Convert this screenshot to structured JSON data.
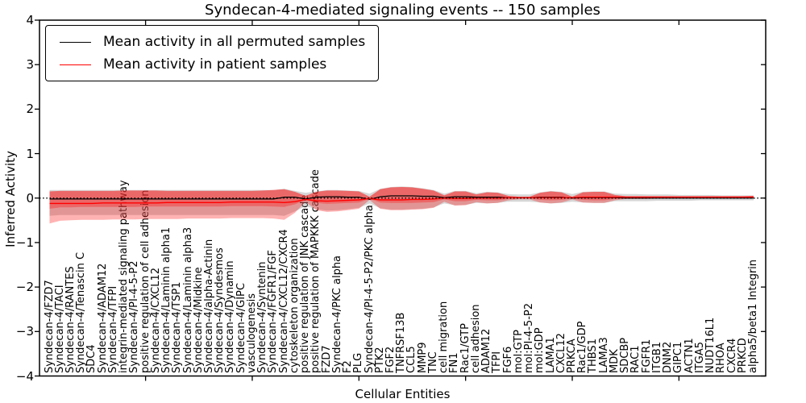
{
  "title": "Syndecan-4-mediated signaling events -- 150 samples",
  "legend": {
    "items": [
      {
        "label": "Mean activity in all permuted samples",
        "color": "#000000"
      },
      {
        "label": "Mean activity in patient samples",
        "color": "#ff0000"
      }
    ]
  },
  "axes": {
    "ylabel": "Inferred Activity",
    "xlabel": "Cellular Entities",
    "ytick_labels": [
      "4",
      "3",
      "2",
      "1",
      "0",
      "−1",
      "−2",
      "−3",
      "−4"
    ],
    "ytick_values": [
      4,
      3,
      2,
      1,
      0,
      -1,
      -2,
      -3,
      -4
    ],
    "xtick_positions": [
      10,
      20,
      30,
      40,
      50,
      60
    ],
    "ylim": [
      -4,
      4
    ]
  },
  "chart_data": {
    "type": "line",
    "title": "Syndecan-4-mediated signaling events -- 150 samples",
    "xlabel": "Cellular Entities",
    "ylabel": "Inferred Activity",
    "ylim": [
      -4,
      4
    ],
    "grid": false,
    "legend_position": "upper left",
    "zero_line": true,
    "categories": [
      "Syndecan-4/FZD7",
      "Syndecan-4/TACI",
      "Syndecan-4/RANTES",
      "Syndecan-4/Tenascin C",
      "SDC4",
      "Syndecan-4/ADAM12",
      "Syndecan-4/TFPI",
      "integrin-mediated signaling pathway",
      "Syndecan-4/PI-4-5-P2",
      "positive regulation of cell adhesion",
      "Syndecan-4/CXCL12",
      "Syndecan-4/Laminin alpha1",
      "Syndecan-4/TSP1",
      "Syndecan-4/Laminin alpha3",
      "Syndecan-4/Midkine",
      "Syndecan-4/alpha-Actinin",
      "Syndecan-4/Syndesmos",
      "Syndecan-4/Dynamin",
      "Syndecan-4/GIPC",
      "vasculogenesis",
      "Syndecan-4/Syntenin",
      "Syndecan-4/FGFR1/FGF",
      "Syndecan-4/CXCL12/CXCR4",
      "cytoskeleton organization",
      "positive regulation of JNK cascade",
      "positive regulation of MAPKKK cascade",
      "FZD7",
      "Syndecan-4/PKC alpha",
      "F2",
      "PLG",
      "Syndecan-4/PI-4-5-P2/PKC alpha",
      "PTK2",
      "FGF2",
      "TNFRSF13B",
      "CCL5",
      "MMP9",
      "TNC",
      "cell migration",
      "FN1",
      "Rac1/GTP",
      "cell adhesion",
      "ADAM12",
      "TFPI",
      "FGF6",
      "mol:GTP",
      "mol:PI-4-5-P2",
      "mol:GDP",
      "LAMA1",
      "CXCL12",
      "PRKCA",
      "Rac1/GDP",
      "THBS1",
      "LAMA3",
      "MDK",
      "SDCBP",
      "RAC1",
      "FGFR1",
      "ITGB1",
      "DNM2",
      "GIPC1",
      "ACTN1",
      "ITGA5",
      "NUDT16L1",
      "RHOA",
      "CXCR4",
      "PRKCD",
      "alpha5/beta1 Integrin"
    ],
    "series": [
      {
        "name": "Mean activity in all permuted samples",
        "color": "#000000",
        "values": [
          -0.02,
          -0.02,
          -0.02,
          -0.02,
          -0.02,
          -0.02,
          -0.02,
          -0.02,
          -0.02,
          -0.02,
          -0.02,
          -0.02,
          -0.02,
          -0.02,
          -0.02,
          -0.02,
          -0.02,
          -0.02,
          -0.02,
          -0.02,
          -0.02,
          -0.02,
          0.02,
          0.02,
          -0.02,
          0.02,
          0.03,
          0.03,
          0.02,
          0.02,
          -0.03,
          0.03,
          0.05,
          0.05,
          0.05,
          0.04,
          0.04,
          0.01,
          0.03,
          0.03,
          0.02,
          0.02,
          0.02,
          0.01,
          0.01,
          0.01,
          0.02,
          0.02,
          0.02,
          0.0,
          0.01,
          0.01,
          0.01,
          0.01,
          0.0,
          0.0,
          0.0,
          0.0,
          0.0,
          0.0,
          0.0,
          0.0,
          0.0,
          0.0,
          0.0,
          0.0,
          0.0
        ]
      },
      {
        "name": "Mean activity in patient samples",
        "color": "#ff0000",
        "values": [
          -0.12,
          -0.12,
          -0.12,
          -0.12,
          -0.12,
          -0.11,
          -0.11,
          -0.11,
          -0.11,
          -0.11,
          -0.11,
          -0.1,
          -0.1,
          -0.1,
          -0.1,
          -0.1,
          -0.1,
          -0.09,
          -0.09,
          -0.09,
          -0.09,
          -0.09,
          -0.1,
          -0.08,
          -0.03,
          -0.06,
          -0.07,
          -0.06,
          -0.05,
          -0.04,
          -0.01,
          -0.04,
          -0.04,
          -0.04,
          -0.03,
          -0.03,
          -0.02,
          0.0,
          -0.01,
          -0.01,
          0.0,
          0.0,
          0.0,
          0.01,
          0.01,
          0.01,
          0.01,
          0.01,
          0.01,
          0.01,
          0.02,
          0.02,
          0.02,
          0.02,
          0.02,
          0.02,
          0.02,
          0.02,
          0.02,
          0.02,
          0.02,
          0.02,
          0.02,
          0.02,
          0.02,
          0.02,
          0.02
        ]
      }
    ],
    "bands": [
      {
        "name": "permuted-spread-band",
        "color": "#999999",
        "opacity": 0.4,
        "high": [
          0.18,
          0.18,
          0.18,
          0.18,
          0.18,
          0.18,
          0.18,
          0.18,
          0.18,
          0.18,
          0.18,
          0.18,
          0.18,
          0.18,
          0.18,
          0.18,
          0.18,
          0.18,
          0.18,
          0.18,
          0.18,
          0.18,
          0.21,
          0.16,
          0.12,
          0.15,
          0.18,
          0.18,
          0.17,
          0.16,
          0.1,
          0.21,
          0.25,
          0.26,
          0.25,
          0.22,
          0.18,
          0.1,
          0.16,
          0.16,
          0.11,
          0.14,
          0.13,
          0.09,
          0.08,
          0.08,
          0.13,
          0.16,
          0.14,
          0.09,
          0.14,
          0.15,
          0.15,
          0.1,
          0.09,
          0.09,
          0.08,
          0.08,
          0.08,
          0.07,
          0.07,
          0.07,
          0.07,
          0.06,
          0.06,
          0.06,
          0.06
        ],
        "low": [
          -0.4,
          -0.38,
          -0.38,
          -0.38,
          -0.38,
          -0.38,
          -0.38,
          -0.38,
          -0.38,
          -0.38,
          -0.38,
          -0.38,
          -0.38,
          -0.38,
          -0.38,
          -0.38,
          -0.38,
          -0.38,
          -0.38,
          -0.38,
          -0.38,
          -0.38,
          -0.4,
          -0.3,
          -0.18,
          -0.25,
          -0.28,
          -0.27,
          -0.25,
          -0.22,
          -0.12,
          -0.23,
          -0.26,
          -0.26,
          -0.25,
          -0.24,
          -0.21,
          -0.12,
          -0.16,
          -0.15,
          -0.11,
          -0.12,
          -0.11,
          -0.08,
          -0.08,
          -0.08,
          -0.1,
          -0.12,
          -0.11,
          -0.08,
          -0.1,
          -0.11,
          -0.11,
          -0.07,
          -0.07,
          -0.07,
          -0.07,
          -0.06,
          -0.06,
          -0.06,
          -0.06,
          -0.05,
          -0.05,
          -0.05,
          -0.05,
          -0.05,
          -0.05
        ]
      },
      {
        "name": "patient-spread-band-outer",
        "color": "#ff0000",
        "opacity": 0.3,
        "high": [
          0.15,
          0.16,
          0.16,
          0.16,
          0.16,
          0.16,
          0.16,
          0.17,
          0.17,
          0.17,
          0.17,
          0.16,
          0.16,
          0.16,
          0.16,
          0.16,
          0.16,
          0.16,
          0.16,
          0.16,
          0.17,
          0.18,
          0.2,
          0.14,
          0.05,
          0.14,
          0.17,
          0.17,
          0.16,
          0.15,
          0.03,
          0.2,
          0.24,
          0.25,
          0.24,
          0.21,
          0.17,
          0.06,
          0.15,
          0.15,
          0.08,
          0.13,
          0.12,
          0.05,
          0.03,
          0.03,
          0.12,
          0.15,
          0.13,
          0.03,
          0.13,
          0.14,
          0.14,
          0.07,
          0.04,
          0.04,
          0.04,
          0.04,
          0.04,
          0.04,
          0.04,
          0.04,
          0.04,
          0.04,
          0.04,
          0.04,
          0.05
        ],
        "low": [
          -0.57,
          -0.51,
          -0.5,
          -0.49,
          -0.49,
          -0.49,
          -0.48,
          -0.48,
          -0.48,
          -0.47,
          -0.47,
          -0.47,
          -0.47,
          -0.46,
          -0.46,
          -0.46,
          -0.46,
          -0.45,
          -0.45,
          -0.45,
          -0.45,
          -0.46,
          -0.49,
          -0.33,
          -0.08,
          -0.27,
          -0.31,
          -0.3,
          -0.27,
          -0.24,
          -0.04,
          -0.24,
          -0.27,
          -0.27,
          -0.26,
          -0.25,
          -0.22,
          -0.08,
          -0.17,
          -0.16,
          -0.09,
          -0.12,
          -0.11,
          -0.05,
          -0.03,
          -0.03,
          -0.1,
          -0.12,
          -0.1,
          -0.03,
          -0.1,
          -0.11,
          -0.11,
          -0.05,
          -0.02,
          -0.02,
          -0.02,
          -0.01,
          -0.01,
          -0.01,
          -0.01,
          -0.01,
          0.0,
          0.0,
          0.0,
          0.0,
          0.0
        ]
      },
      {
        "name": "patient-spread-band-inner",
        "color": "#ff0000",
        "opacity": 0.3,
        "high": [
          0.15,
          0.16,
          0.16,
          0.16,
          0.16,
          0.16,
          0.16,
          0.17,
          0.17,
          0.17,
          0.17,
          0.16,
          0.16,
          0.16,
          0.16,
          0.16,
          0.16,
          0.16,
          0.16,
          0.16,
          0.17,
          0.18,
          0.2,
          0.14,
          0.05,
          0.14,
          0.17,
          0.17,
          0.16,
          0.15,
          0.03,
          0.2,
          0.24,
          0.25,
          0.24,
          0.21,
          0.17,
          0.06,
          0.15,
          0.15,
          0.08,
          0.13,
          0.12,
          0.05,
          0.03,
          0.03,
          0.12,
          0.15,
          0.13,
          0.03,
          0.13,
          0.14,
          0.14,
          0.07,
          0.04,
          0.04,
          0.04,
          0.04,
          0.04,
          0.04,
          0.04,
          0.04,
          0.04,
          0.04,
          0.04,
          0.04,
          0.05
        ],
        "low": [
          -0.24,
          -0.21,
          -0.21,
          -0.2,
          -0.2,
          -0.2,
          -0.2,
          -0.2,
          -0.2,
          -0.19,
          -0.19,
          -0.19,
          -0.19,
          -0.19,
          -0.19,
          -0.19,
          -0.19,
          -0.18,
          -0.18,
          -0.18,
          -0.18,
          -0.19,
          -0.2,
          -0.14,
          -0.04,
          -0.11,
          -0.13,
          -0.12,
          -0.11,
          -0.1,
          -0.02,
          -0.1,
          -0.11,
          -0.11,
          -0.11,
          -0.1,
          -0.09,
          -0.03,
          -0.07,
          -0.07,
          -0.04,
          -0.05,
          -0.05,
          -0.02,
          -0.01,
          -0.01,
          -0.04,
          -0.05,
          -0.04,
          -0.01,
          -0.04,
          -0.05,
          -0.05,
          -0.02,
          -0.01,
          -0.01,
          -0.01,
          -0.01,
          -0.01,
          0.0,
          0.0,
          0.0,
          0.0,
          0.0,
          0.0,
          0.0,
          0.0
        ]
      }
    ]
  }
}
